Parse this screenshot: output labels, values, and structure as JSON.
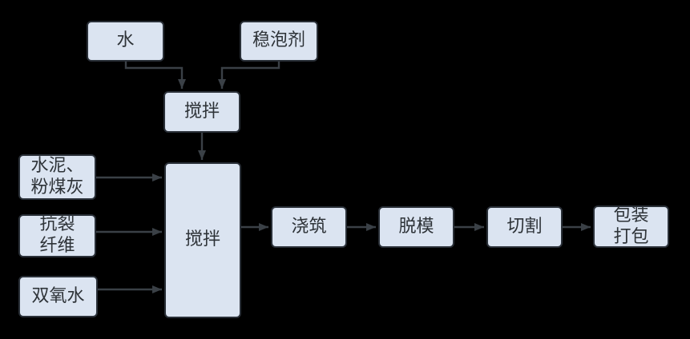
{
  "diagram": {
    "type": "flowchart",
    "background_color": "#000000",
    "node_fill_color": "#dbe4f1",
    "node_border_color": "#2a3038",
    "arrow_color": "#3a4046",
    "text_color": "#2e3338",
    "nodes": {
      "water": {
        "label": "水"
      },
      "foam_stabilizer": {
        "label": "稳泡剂"
      },
      "mix_premix": {
        "label": "搅拌"
      },
      "mix_main": {
        "label": "搅拌"
      },
      "cement_flyash": {
        "label": "水泥、\n粉煤灰"
      },
      "anticrack_fiber": {
        "label": "抗裂\n纤维"
      },
      "hydrogen_peroxide": {
        "label": "双氧水"
      },
      "pouring": {
        "label": "浇筑"
      },
      "demolding": {
        "label": "脱模"
      },
      "cutting": {
        "label": "切割"
      },
      "packaging": {
        "label": "包装\n打包"
      }
    },
    "edges": [
      {
        "from": "water",
        "to": "mix_premix"
      },
      {
        "from": "foam_stabilizer",
        "to": "mix_premix"
      },
      {
        "from": "mix_premix",
        "to": "mix_main"
      },
      {
        "from": "cement_flyash",
        "to": "mix_main"
      },
      {
        "from": "anticrack_fiber",
        "to": "mix_main"
      },
      {
        "from": "hydrogen_peroxide",
        "to": "mix_main"
      },
      {
        "from": "mix_main",
        "to": "pouring"
      },
      {
        "from": "pouring",
        "to": "demolding"
      },
      {
        "from": "demolding",
        "to": "cutting"
      },
      {
        "from": "cutting",
        "to": "packaging"
      }
    ]
  }
}
